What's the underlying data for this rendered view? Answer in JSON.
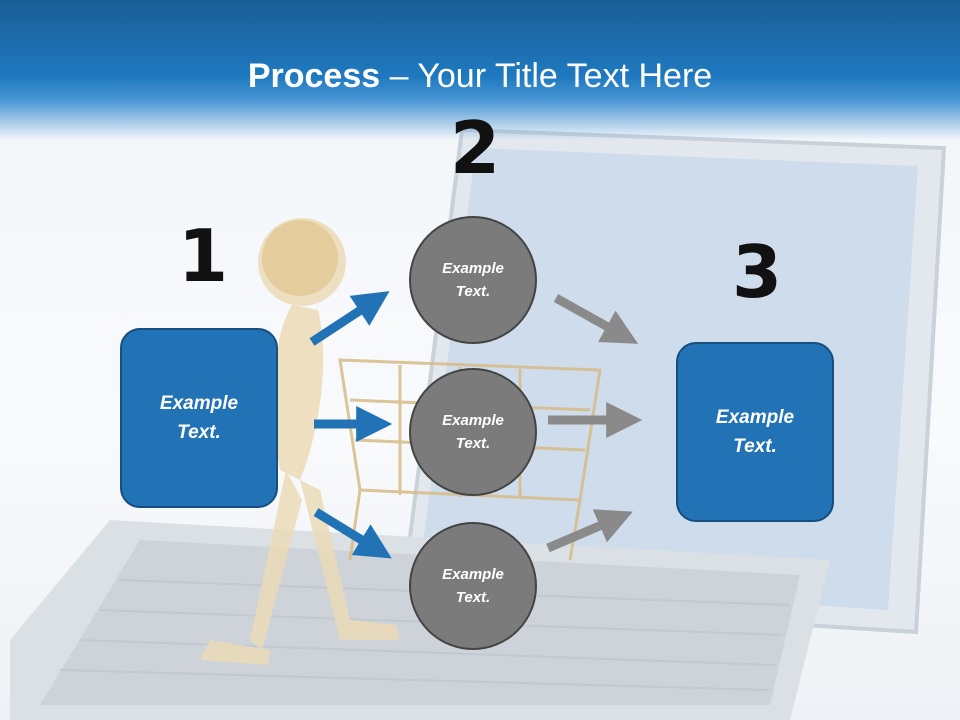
{
  "title": {
    "bold": "Process",
    "rest": " – Your Title Text Here"
  },
  "steps": [
    {
      "number": "1"
    },
    {
      "number": "2"
    },
    {
      "number": "3"
    }
  ],
  "left_box": {
    "text": "Example\nText."
  },
  "circles": [
    {
      "text": "Example\nText."
    },
    {
      "text": "Example\nText."
    },
    {
      "text": "Example\nText."
    }
  ],
  "right_box": {
    "text": "Example\nText."
  },
  "colors": {
    "header": "#1f79c0",
    "box": "#2272b6",
    "circle": "#7b7b7b",
    "blue_arrow": "#2272b6",
    "gray_arrow": "#8a8a8a"
  }
}
